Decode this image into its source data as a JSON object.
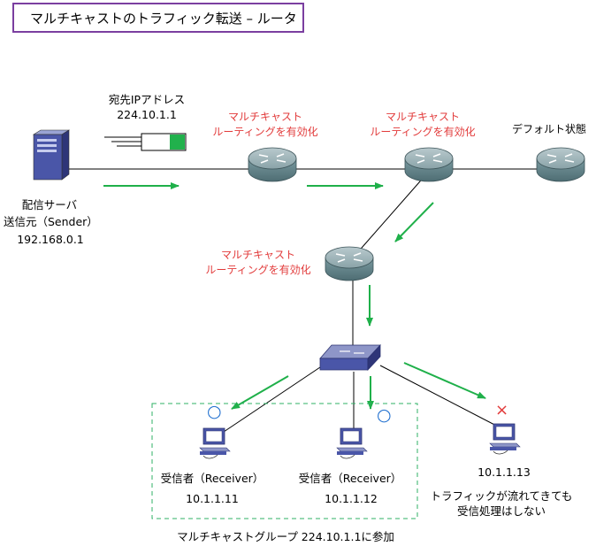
{
  "title": "マルチキャストのトラフィック転送 – ルータ",
  "packet": {
    "line1": "宛先IPアドレス",
    "line2": "224.10.1.1"
  },
  "sender": {
    "line1": "配信サーバ",
    "line2": "送信元（Sender）",
    "ip": "192.168.0.1"
  },
  "routers": [
    {
      "line1": "マルチキャスト",
      "line2": "ルーティングを有効化"
    },
    {
      "line1": "マルチキャスト",
      "line2": "ルーティングを有効化"
    },
    {
      "line1": "デフォルト状態"
    },
    {
      "line1": "マルチキャスト",
      "line2": "ルーティングを有効化"
    }
  ],
  "receivers": [
    {
      "label": "受信者（Receiver）",
      "ip": "10.1.1.11",
      "mark": "○"
    },
    {
      "label": "受信者（Receiver）",
      "ip": "10.1.1.12",
      "mark": "○"
    }
  ],
  "nonreceiver": {
    "ip": "10.1.1.13",
    "mark": "×",
    "note1": "トラフィックが流れてきても",
    "note2": "受信処理はしない"
  },
  "group_label": "マルチキャストグループ 224.10.1.1に参加",
  "colors": {
    "arrow": "#1fb04a",
    "accent": "#7b3fa0",
    "enabled": "#e23b3b",
    "mark": "#1f6fcf"
  }
}
